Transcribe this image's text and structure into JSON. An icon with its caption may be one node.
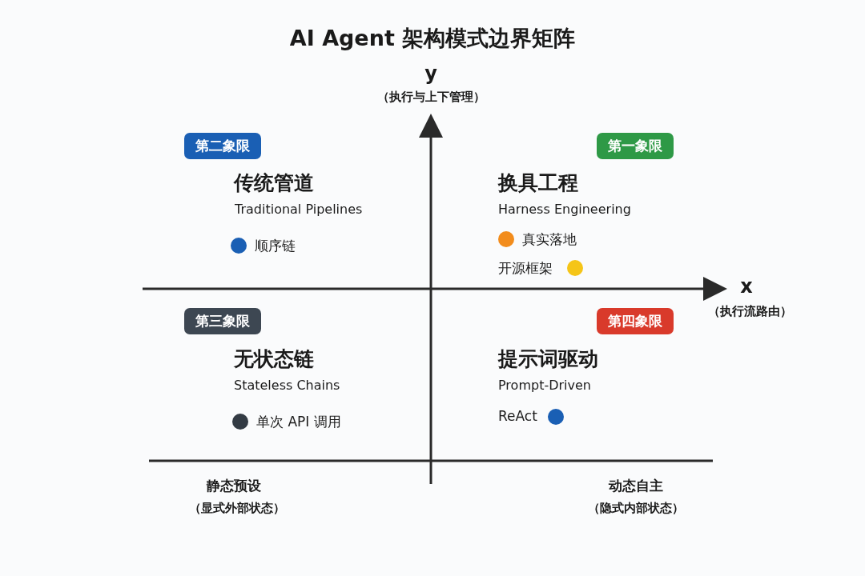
{
  "diagram": {
    "title": "AI Agent 架构模式边界矩阵",
    "nodes": [
      {
        "text": [
          "第二象限"
        ]
      },
      {
        "text": [
          "第一象限"
        ]
      },
      {
        "text": [
          "第三象限"
        ]
      },
      {
        "text": [
          "第四象限"
        ]
      }
    ],
    "labels": [
      "y",
      "（执行与上下管理）",
      "传统管道",
      "Traditional Pipelines",
      "顺序链",
      "换具工程",
      "Harness Engineering",
      "真实落地",
      "开源框架",
      "x",
      "（执行流路由）",
      "无状态链",
      "Stateless Chains",
      "单次 API 调用",
      "提示词驱动",
      "Prompt-Driven",
      "ReAct",
      "静态预设",
      "（显式外部状态）",
      "动态自主",
      "（隐式内部状态）"
    ]
  }
}
